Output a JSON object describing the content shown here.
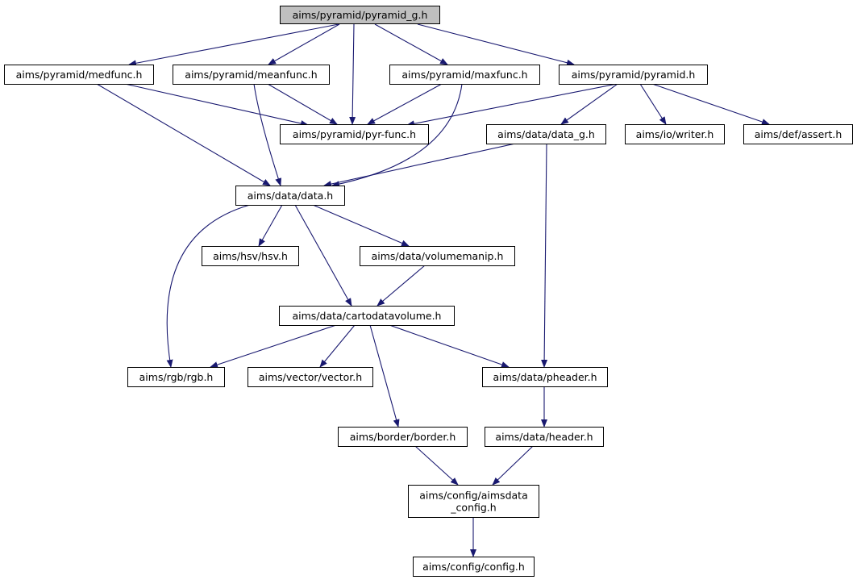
{
  "nodes": [
    {
      "id": "pyramid_g",
      "label": "aims/pyramid/pyramid_g.h",
      "root": true
    },
    {
      "id": "medfunc",
      "label": "aims/pyramid/medfunc.h"
    },
    {
      "id": "meanfunc",
      "label": "aims/pyramid/meanfunc.h"
    },
    {
      "id": "maxfunc",
      "label": "aims/pyramid/maxfunc.h"
    },
    {
      "id": "pyramid",
      "label": "aims/pyramid/pyramid.h"
    },
    {
      "id": "pyrfunc",
      "label": "aims/pyramid/pyr-func.h"
    },
    {
      "id": "data_g",
      "label": "aims/data/data_g.h"
    },
    {
      "id": "writer",
      "label": "aims/io/writer.h"
    },
    {
      "id": "assert",
      "label": "aims/def/assert.h"
    },
    {
      "id": "data",
      "label": "aims/data/data.h"
    },
    {
      "id": "hsv",
      "label": "aims/hsv/hsv.h"
    },
    {
      "id": "volumemanip",
      "label": "aims/data/volumemanip.h"
    },
    {
      "id": "cartodatavolume",
      "label": "aims/data/cartodatavolume.h"
    },
    {
      "id": "rgb",
      "label": "aims/rgb/rgb.h"
    },
    {
      "id": "vector",
      "label": "aims/vector/vector.h"
    },
    {
      "id": "pheader",
      "label": "aims/data/pheader.h"
    },
    {
      "id": "border",
      "label": "aims/border/border.h"
    },
    {
      "id": "header",
      "label": "aims/data/header.h"
    },
    {
      "id": "aimsdata_config",
      "label": "aims/config/aimsdata\n_config.h"
    },
    {
      "id": "config",
      "label": "aims/config/config.h"
    }
  ],
  "edges": [
    [
      "pyramid_g",
      "medfunc"
    ],
    [
      "pyramid_g",
      "meanfunc"
    ],
    [
      "pyramid_g",
      "pyrfunc"
    ],
    [
      "pyramid_g",
      "maxfunc"
    ],
    [
      "pyramid_g",
      "pyramid"
    ],
    [
      "medfunc",
      "pyrfunc"
    ],
    [
      "medfunc",
      "data"
    ],
    [
      "meanfunc",
      "pyrfunc"
    ],
    [
      "meanfunc",
      "data"
    ],
    [
      "maxfunc",
      "pyrfunc"
    ],
    [
      "maxfunc",
      "data"
    ],
    [
      "pyramid",
      "pyrfunc"
    ],
    [
      "pyramid",
      "data_g"
    ],
    [
      "pyramid",
      "writer"
    ],
    [
      "pyramid",
      "assert"
    ],
    [
      "data_g",
      "data"
    ],
    [
      "data_g",
      "pheader"
    ],
    [
      "data",
      "rgb"
    ],
    [
      "data",
      "hsv"
    ],
    [
      "data",
      "cartodatavolume"
    ],
    [
      "data",
      "volumemanip"
    ],
    [
      "volumemanip",
      "cartodatavolume"
    ],
    [
      "cartodatavolume",
      "rgb"
    ],
    [
      "cartodatavolume",
      "vector"
    ],
    [
      "cartodatavolume",
      "pheader"
    ],
    [
      "cartodatavolume",
      "border"
    ],
    [
      "pheader",
      "header"
    ],
    [
      "border",
      "aimsdata_config"
    ],
    [
      "header",
      "aimsdata_config"
    ],
    [
      "aimsdata_config",
      "config"
    ]
  ]
}
